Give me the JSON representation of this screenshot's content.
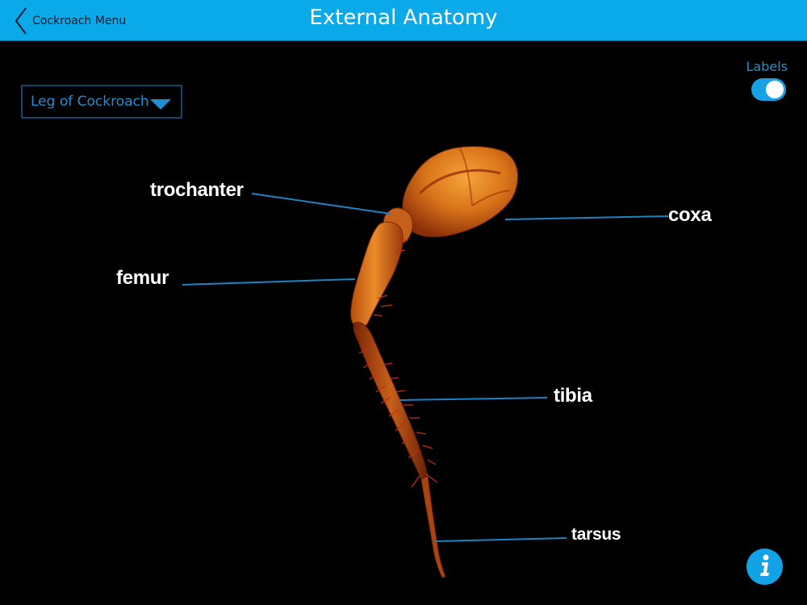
{
  "header": {
    "back_label": "Cockroach Menu",
    "title": "External Anatomy"
  },
  "dropdown": {
    "selected": "Leg of Cockroach"
  },
  "labels_toggle": {
    "caption": "Labels",
    "on": true
  },
  "anatomy_labels": {
    "trochanter": "trochanter",
    "coxa": "coxa",
    "femur": "femur",
    "tibia": "tibia",
    "tarsus": "tarsus"
  },
  "colors": {
    "header_bg": "#09a9ea",
    "accent": "#1f8fd0",
    "leader_line": "#1e82c4",
    "background": "#000000"
  },
  "icons": {
    "back": "chevron-left-icon",
    "dropdown": "triangle-down-icon",
    "info": "info-icon"
  }
}
